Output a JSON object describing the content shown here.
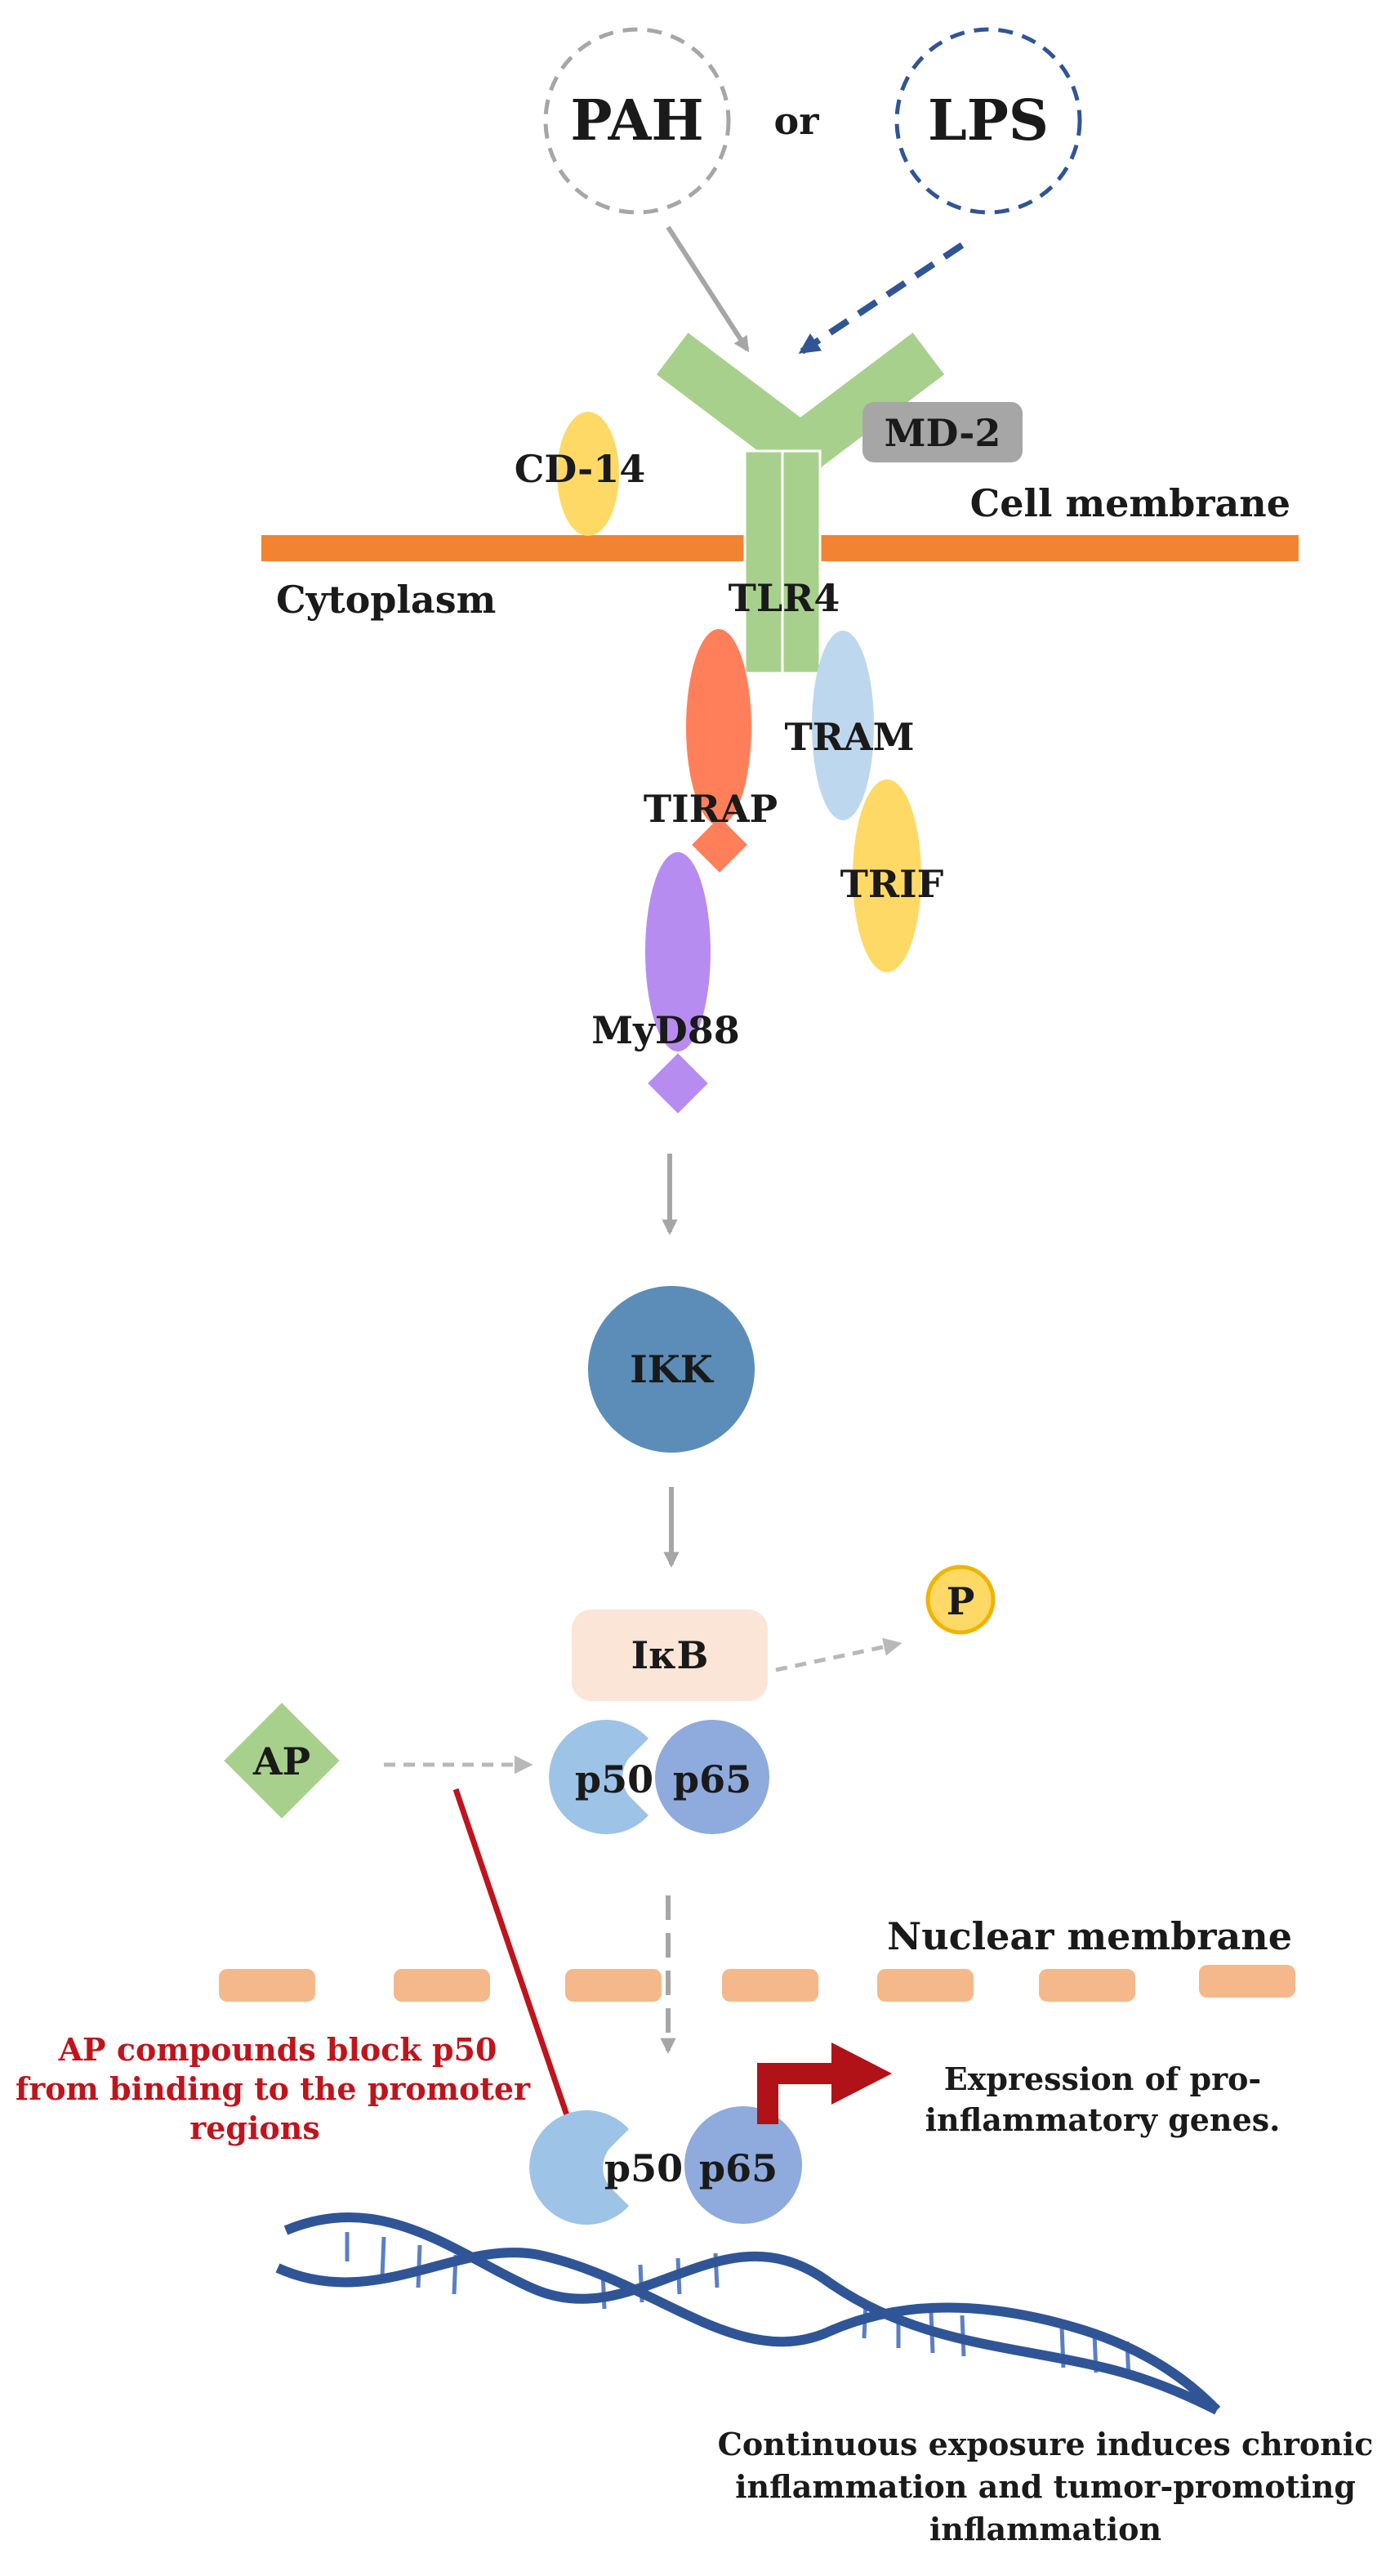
{
  "inputs": {
    "left": "PAH",
    "connector": "or",
    "right": "LPS"
  },
  "membrane": {
    "cell_membrane": "Cell membrane",
    "cytoplasm": "Cytoplasm",
    "nuclear_membrane": "Nuclear membrane"
  },
  "proteins": {
    "cd14": "CD-14",
    "md2": "MD-2",
    "tlr4": "TLR4",
    "tram": "TRAM",
    "tirap": "TIRAP",
    "trif": "TRIF",
    "myd88": "MyD88",
    "ikk": "IKK",
    "ikb": "IκB",
    "phosphate": "P",
    "ap": "AP",
    "p50": "p50",
    "p65": "p65"
  },
  "annotations": {
    "ap_block_line1": "AP compounds block p50",
    "ap_block_line2": "from binding to the promoter",
    "ap_block_line3": "regions",
    "expression_line1": "Expression of pro-",
    "expression_line2": "inflammatory genes.",
    "exposure_line1": "Continuous exposure induces chronic",
    "exposure_line2": "inflammation and tumor-promoting",
    "exposure_line3": "inflammation"
  },
  "colors": {
    "membrane": "#f28332",
    "nuclear_membrane": "#f5b88a",
    "tlr4": "#a8d08d",
    "md2": "#a6a6a6",
    "cd14": "#ffd966",
    "tram": "#bdd7ee",
    "tirap": "#ff7f5a",
    "trif": "#ffd966",
    "myd88": "#b78cf0",
    "ikk": "#5b8db8",
    "ikb": "#fbe5d6",
    "p50": "#9dc3e6",
    "p65": "#8faadc",
    "ap": "#a8d08d",
    "phosphate": "#ffd966",
    "dna": "#2f5597",
    "inhibition": "#c0141c",
    "arrow": "#a6a6a6",
    "lps_outline": "#2f5597"
  }
}
